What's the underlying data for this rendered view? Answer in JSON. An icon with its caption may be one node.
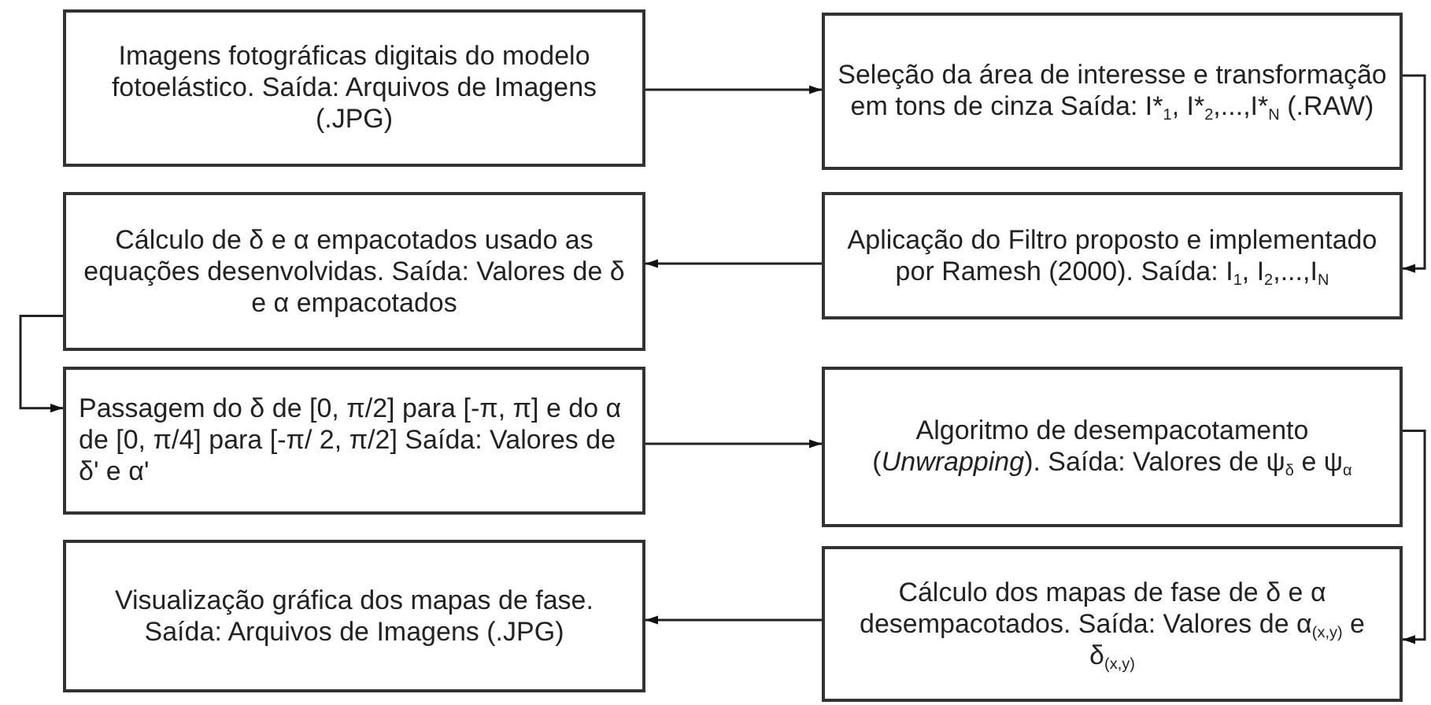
{
  "diagram": {
    "nodes": [
      {
        "text": [
          "Imagens fotográficas digitais do modelo fotoelástico. Saída: Arquivos de Imagens (.JPG)"
        ]
      },
      {
        "text": [
          "Seleção da área de interesse e transformação em tons de cinza Saída: I*$_{1}$, I*$_{2}$,...,I*$_{N}$ (.RAW)"
        ]
      },
      {
        "text": [
          "Aplicação do Filtro proposto e implementado por Ramesh (2000). Saída: I$_{1}$, I$_{2}$,...,I$_{N}$"
        ]
      },
      {
        "text": [
          "Cálculo de δ e α empacotados usado as equações desenvolvidas. Saída: Valores de δ e α empacotados"
        ]
      },
      {
        "text": [
          "Passagem do δ de [0, π/2] para [-π, π] e do α de [0, π/4] para [-π/ 2, π/2] Saída: Valores de δ' e α'"
        ]
      },
      {
        "text": [
          "Algoritmo de desempacotamento (*Unwrapping*). Saída: Valores de ψ$_{δ}$ e ψ$_{α}$"
        ]
      },
      {
        "text": [
          "Cálculo dos mapas de fase de δ e α desempacotados. Saída: Valores de α$_{(x,y)}$ e δ$_{(x,y)}$"
        ]
      },
      {
        "text": [
          "Visualização gráfica dos mapas de fase. Saída: Arquivos de Imagens (.JPG)"
        ]
      }
    ],
    "edges": [
      {
        "from": 0,
        "to": 1,
        "arrow": "to"
      },
      {
        "from": 1,
        "to": 2,
        "arrow": "to"
      },
      {
        "from": 2,
        "to": 3,
        "arrow": "to"
      },
      {
        "from": 3,
        "to": 4,
        "arrow": "to"
      },
      {
        "from": 4,
        "to": 5,
        "arrow": "to"
      },
      {
        "from": 5,
        "to": 6,
        "arrow": "to"
      },
      {
        "from": 6,
        "to": 7,
        "arrow": "to"
      }
    ]
  }
}
